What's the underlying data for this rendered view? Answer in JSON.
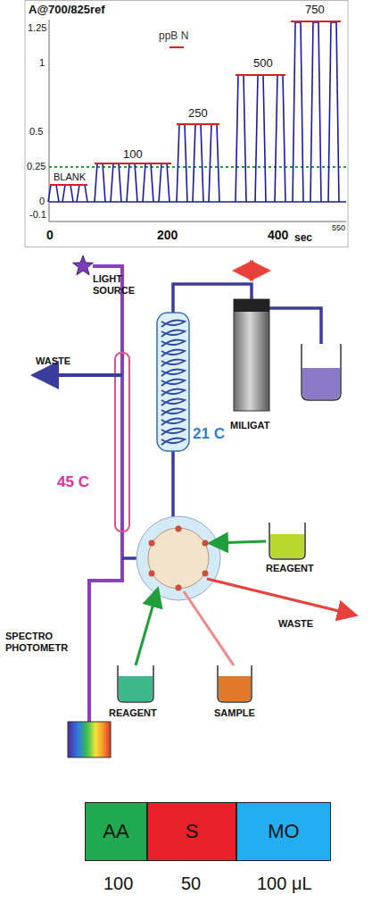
{
  "diagram": {
    "nodes": [
      {
        "text": [
          "AA"
        ]
      },
      {
        "text": [
          "S"
        ]
      },
      {
        "text": [
          "MO"
        ]
      }
    ],
    "labels": [
      "A@700/825ref",
      "ppB N",
      "750",
      "500",
      "250",
      "100",
      "BLANK",
      "1.25",
      "1",
      "0.5",
      "0.25",
      "0",
      "-0.1",
      "0",
      "200",
      "400",
      "sec",
      "550",
      "LIGHT SOURCE",
      "WASTE",
      "45 C",
      "21 C",
      "MILIGAT",
      "REAGENT",
      "WASTE",
      "SPECTRO PHOTOMETR",
      "REAGENT",
      "SAMPLE",
      "100",
      "50",
      "100 μL"
    ]
  }
}
